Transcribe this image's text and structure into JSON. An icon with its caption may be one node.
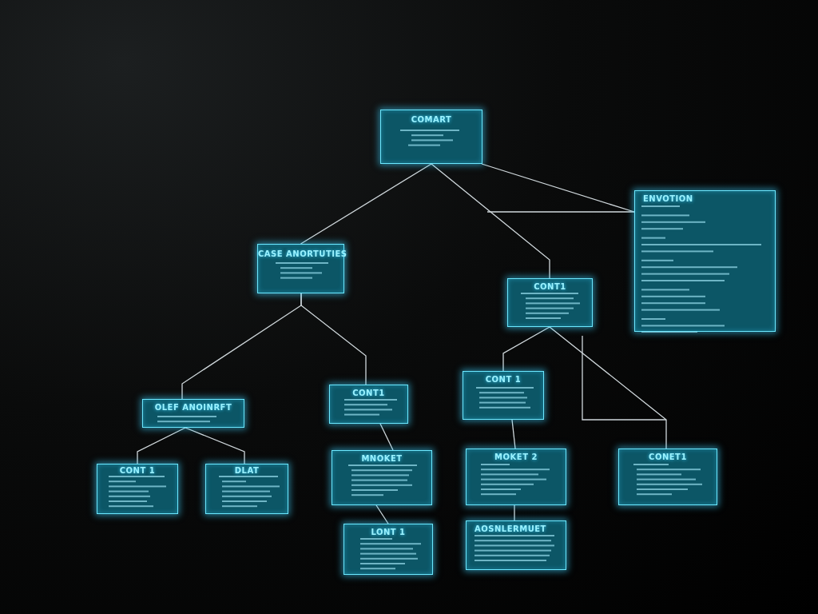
{
  "diagram": {
    "nodes": [
      {
        "text": [
          "COMART"
        ]
      },
      {
        "text": [
          "ENVOTION"
        ]
      },
      {
        "text": [
          "CASE ANORTUTIES"
        ]
      },
      {
        "text": [
          "CONT1"
        ]
      },
      {
        "text": [
          "OLEF ANOINRFT"
        ]
      },
      {
        "text": [
          "CONT1"
        ]
      },
      {
        "text": [
          "CONT 1"
        ]
      },
      {
        "text": [
          "CONT 1"
        ]
      },
      {
        "text": [
          "DLAT"
        ]
      },
      {
        "text": [
          "MNOKET"
        ]
      },
      {
        "text": [
          "MOKET 2"
        ]
      },
      {
        "text": [
          "CONET1"
        ]
      },
      {
        "text": [
          "LONT 1"
        ]
      },
      {
        "text": [
          "AOSNLERMUET"
        ]
      }
    ],
    "edges": [
      {
        "from": 0,
        "to": 2,
        "arrow": "none"
      },
      {
        "from": 0,
        "to": 3,
        "arrow": "none"
      },
      {
        "from": 0,
        "to": 1,
        "arrow": "none"
      },
      {
        "from": 2,
        "to": 4,
        "arrow": "none"
      },
      {
        "from": 2,
        "to": 5,
        "arrow": "none"
      },
      {
        "from": 4,
        "to": 7,
        "arrow": "none"
      },
      {
        "from": 4,
        "to": 8,
        "arrow": "none"
      },
      {
        "from": 5,
        "to": 9,
        "arrow": "none"
      },
      {
        "from": 9,
        "to": 12,
        "arrow": "none"
      },
      {
        "from": 3,
        "to": 6,
        "arrow": "none"
      },
      {
        "from": 3,
        "to": 11,
        "arrow": "none"
      },
      {
        "from": 6,
        "to": 10,
        "arrow": "none"
      },
      {
        "from": 10,
        "to": 13,
        "arrow": "none"
      }
    ]
  }
}
